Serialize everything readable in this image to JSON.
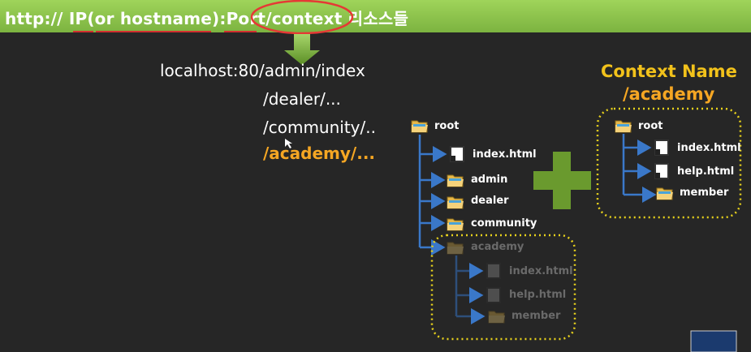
{
  "header": {
    "title": "http:// IP(or hostname):Port/context 리소스들"
  },
  "url_examples": {
    "line1": "localhost:80/admin/index",
    "line2": "/dealer/...",
    "line3": "/community/..",
    "line4": "/academy/..."
  },
  "left_tree": {
    "root": "root",
    "items": [
      "index.html",
      "admin",
      "dealer",
      "community"
    ],
    "academy": {
      "label": "academy",
      "children": [
        "index.html",
        "help.html",
        "member"
      ]
    }
  },
  "context": {
    "title": "Context Name",
    "name": "/academy",
    "tree": {
      "root": "root",
      "children": [
        "index.html",
        "help.html",
        "member"
      ]
    }
  },
  "colors": {
    "header_green": "#8bc34a",
    "accent_orange": "#f5a623",
    "accent_yellow": "#f2c21b",
    "connector_blue": "#3a78c9",
    "plus_green": "#6a9a2e",
    "highlight_red": "#e53935"
  }
}
